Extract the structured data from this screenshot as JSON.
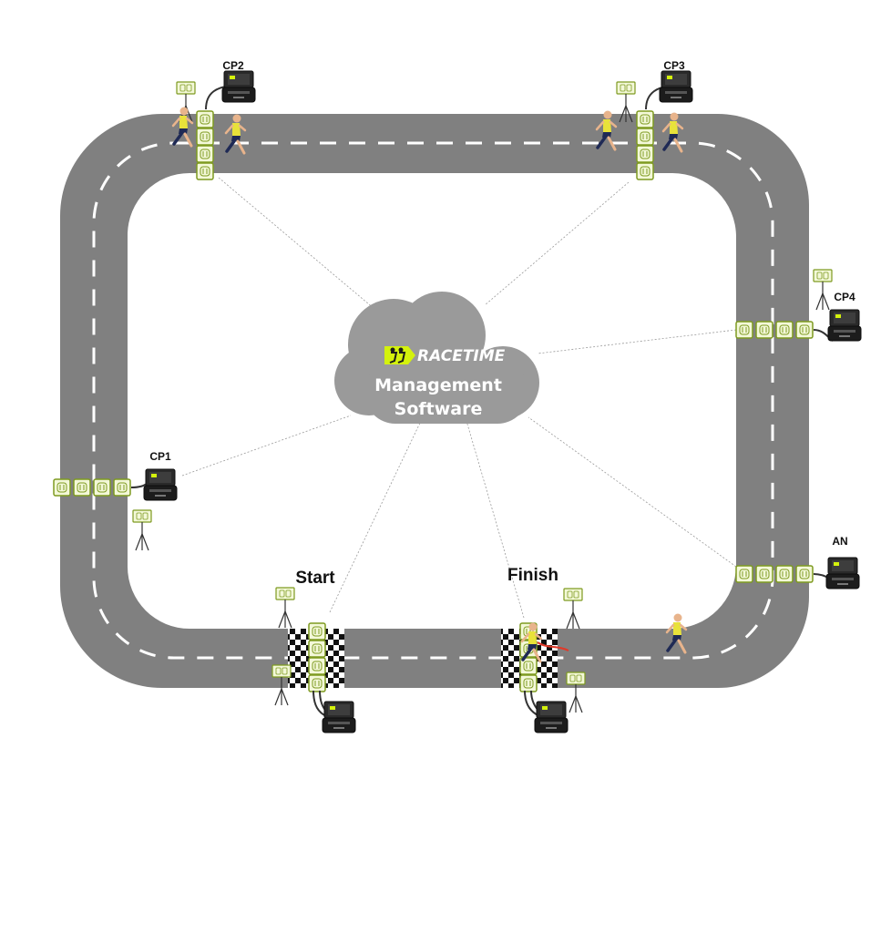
{
  "cloud": {
    "brand": "RACETIME",
    "line1": "Management",
    "line2": "Software"
  },
  "labels": {
    "start": "Start",
    "finish": "Finish"
  },
  "checkpoints": {
    "cp1": "CP1",
    "cp2": "CP2",
    "cp3": "CP3",
    "cp4": "CP4",
    "an": "AN"
  },
  "colors": {
    "track": "#808080",
    "lane_marking": "#ffffff",
    "mat_fill": "#f3f8d8",
    "mat_border": "#7e9a20",
    "cloud": "#9a9a9a",
    "brand_accent": "#d4f20c",
    "device": "#1c1c1c",
    "connection_line": "#9a9a9a"
  }
}
